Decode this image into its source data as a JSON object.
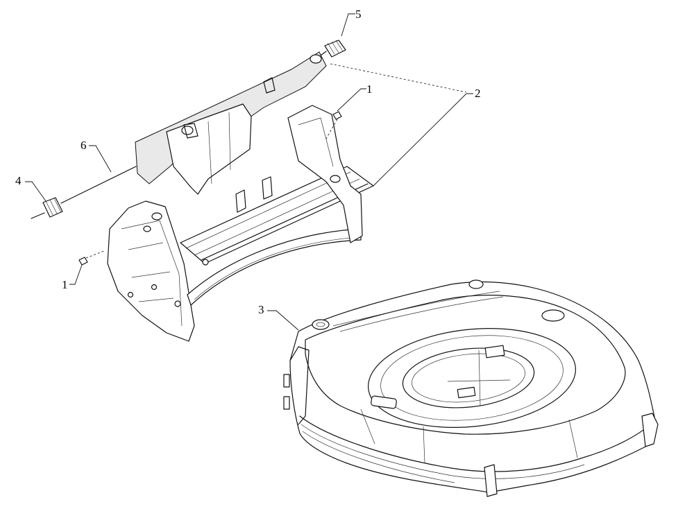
{
  "callouts": {
    "c1_top": "1",
    "c1_bottom": "1",
    "c2": "2",
    "c3": "3",
    "c4": "4",
    "c5": "5",
    "c6": "6"
  }
}
